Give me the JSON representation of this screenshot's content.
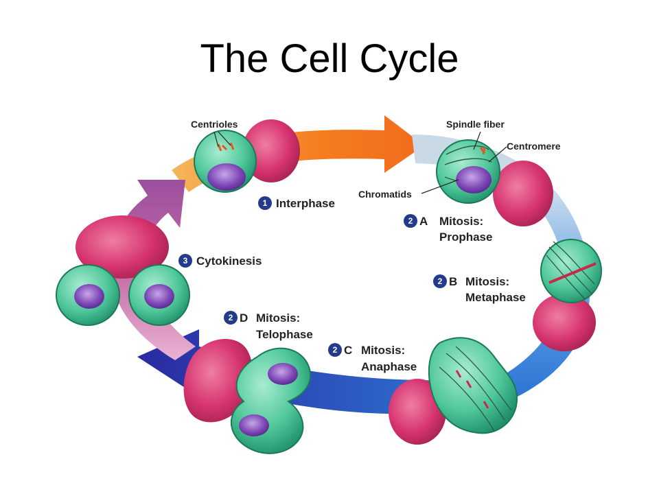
{
  "title": "The Cell Cycle",
  "colors": {
    "arrow_orange": "#f26b1d",
    "arrow_yellow": "#f6a73a",
    "arrow_purple": "#9b4f9e",
    "arrow_blue": "#2c36a8",
    "arrow_lightblue": "#5f9fe0",
    "cell_green": "#4fc79a",
    "cell_pink": "#d6336e",
    "nucleus_purple": "#5a2a8e",
    "badge_navy": "#243a8c"
  },
  "stages": {
    "interphase": {
      "number": "1",
      "letter": "",
      "name": "Interphase",
      "sub": ""
    },
    "prophase": {
      "number": "2",
      "letter": "A",
      "name": "Mitosis:",
      "sub": "Prophase"
    },
    "metaphase": {
      "number": "2",
      "letter": "B",
      "name": "Mitosis:",
      "sub": "Metaphase"
    },
    "anaphase": {
      "number": "2",
      "letter": "C",
      "name": "Mitosis:",
      "sub": "Anaphase"
    },
    "telophase": {
      "number": "2",
      "letter": "D",
      "name": "Mitosis:",
      "sub": "Telophase"
    },
    "cytokinesis": {
      "number": "3",
      "letter": "",
      "name": "Cytokinesis",
      "sub": ""
    }
  },
  "parts": {
    "centrioles": "Centrioles",
    "spindle_fiber": "Spindle fiber",
    "centromere": "Centromere",
    "chromatids": "Chromatids"
  }
}
